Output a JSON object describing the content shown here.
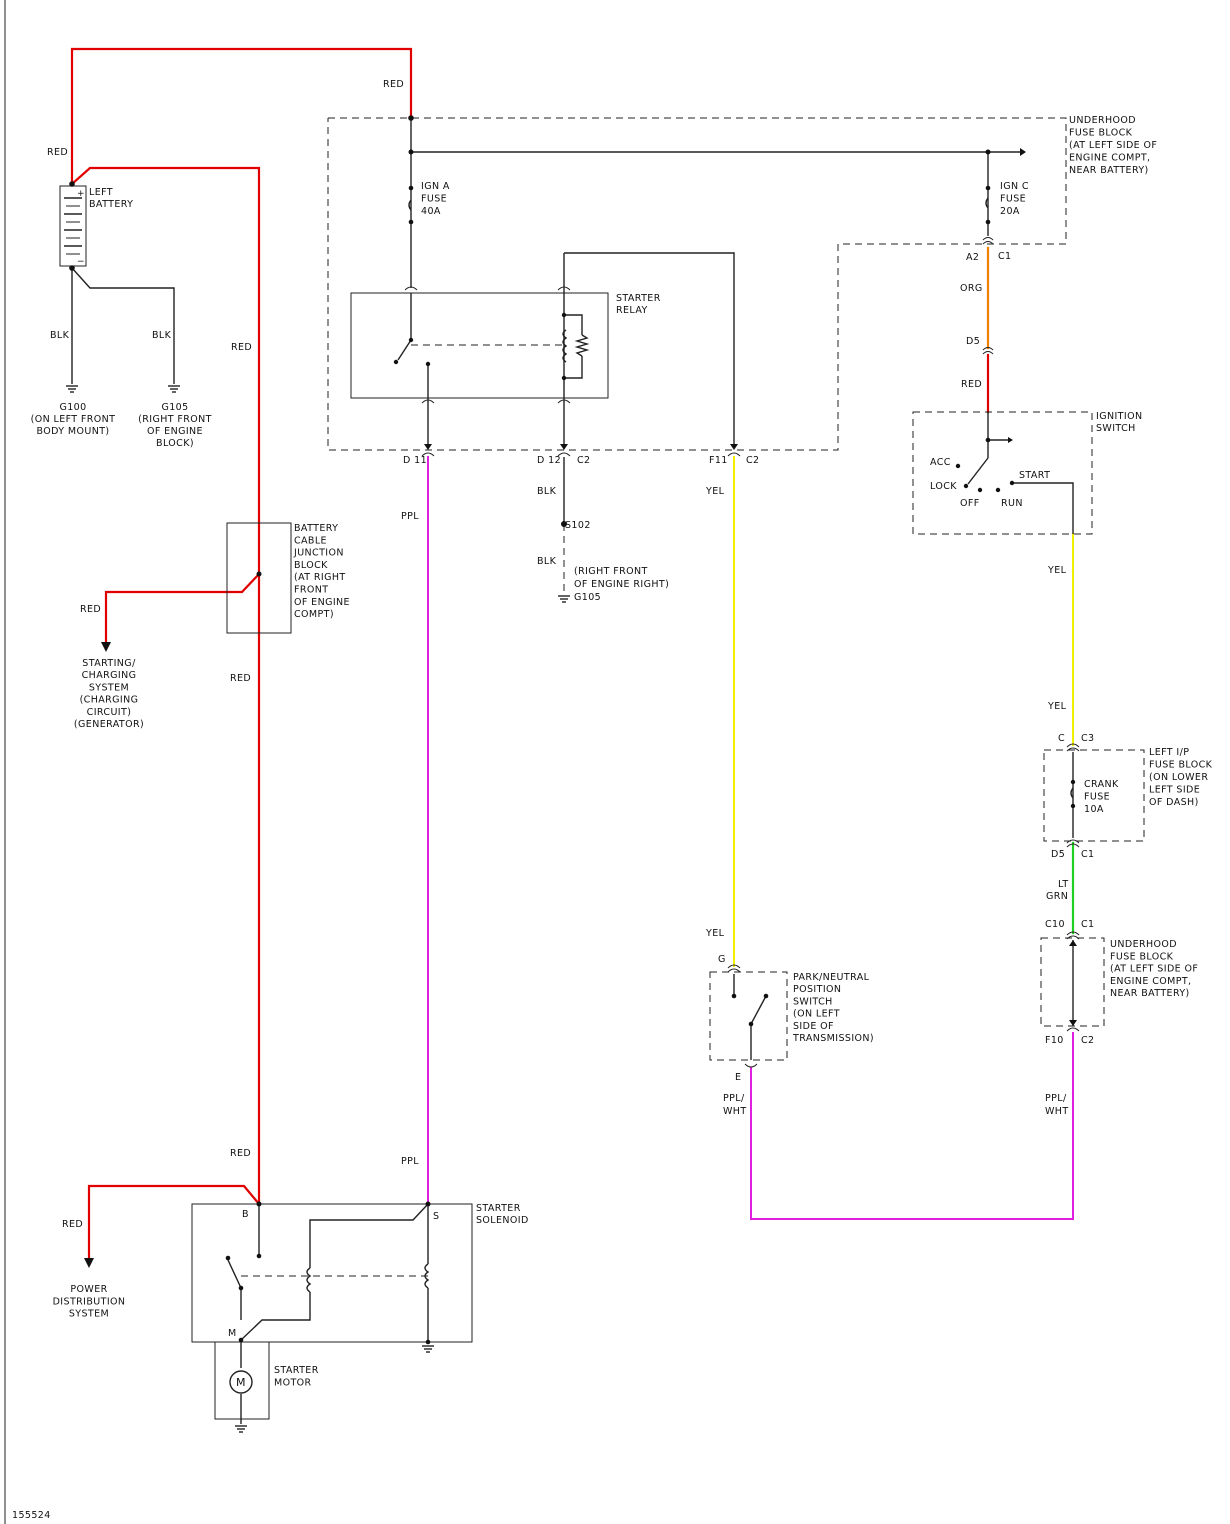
{
  "colors": {
    "red": "#e00000",
    "ppl": "#e020e0",
    "yel": "#f0f000",
    "org": "#f08000",
    "ltgrn": "#20d020",
    "blk": "#222222"
  },
  "wire_labels": {
    "red_top": "RED",
    "red_left": "RED",
    "blk_a": "BLK",
    "blk_b": "BLK",
    "red_mid": "RED",
    "red_junction": "RED",
    "red_lower": "RED",
    "red_solenoid": "RED",
    "red_pds": "RED",
    "ppl_top": "PPL",
    "ppl_bottom": "PPL",
    "blk_s102a": "BLK",
    "blk_s102b": "BLK",
    "yel_f11": "YEL",
    "yel_g": "YEL",
    "org": "ORG",
    "red_ign": "RED",
    "yel_ign": "YEL",
    "yel_c": "YEL",
    "ltgrn_1": "LT",
    "ltgrn_2": "GRN",
    "pplwht_e1": "PPL/",
    "pplwht_e2": "WHT",
    "pplwht_f1": "PPL/",
    "pplwht_f2": "WHT"
  },
  "components": {
    "battery": [
      "LEFT",
      "BATTERY"
    ],
    "g100": [
      "G100",
      "(ON LEFT FRONT",
      "BODY MOUNT)"
    ],
    "g105_left": [
      "G105",
      "(RIGHT FRONT",
      "OF ENGINE",
      "BLOCK)"
    ],
    "underhood_top": [
      "UNDERHOOD",
      "FUSE BLOCK",
      "(AT LEFT SIDE OF",
      "ENGINE COMPT,",
      "NEAR BATTERY)"
    ],
    "ign_a": [
      "IGN A",
      "FUSE",
      "40A"
    ],
    "ign_c": [
      "IGN C",
      "FUSE",
      "20A"
    ],
    "starter_relay": [
      "STARTER",
      "RELAY"
    ],
    "junction_block": [
      "BATTERY",
      "CABLE",
      "JUNCTION",
      "BLOCK",
      "(AT RIGHT",
      "FRONT",
      "OF ENGINE",
      "COMPT)"
    ],
    "starting_charging": [
      "STARTING/",
      "CHARGING",
      "SYSTEM",
      "(CHARGING",
      "CIRCUIT)",
      "(GENERATOR)"
    ],
    "s102": "S102",
    "g105_right": [
      "(RIGHT FRONT",
      "OF ENGINE RIGHT)",
      "G105"
    ],
    "ignition_switch": [
      "IGNITION",
      "SWITCH"
    ],
    "ign_positions": {
      "acc": "ACC",
      "lock": "LOCK",
      "off": "OFF",
      "run": "RUN",
      "start": "START"
    },
    "left_ip": [
      "LEFT I/P",
      "FUSE BLOCK",
      "(ON LOWER",
      "LEFT SIDE",
      "OF DASH)"
    ],
    "crank_fuse": [
      "CRANK",
      "FUSE",
      "10A"
    ],
    "underhood_lower": [
      "UNDERHOOD",
      "FUSE BLOCK",
      "(AT LEFT SIDE OF",
      "ENGINE COMPT,",
      "NEAR BATTERY)"
    ],
    "pnp_switch": [
      "PARK/NEUTRAL",
      "POSITION",
      "SWITCH",
      "(ON LEFT",
      "SIDE OF",
      "TRANSMISSION)"
    ],
    "starter_solenoid": [
      "STARTER",
      "SOLENOID"
    ],
    "starter_motor": [
      "STARTER",
      "MOTOR"
    ],
    "motor_symbol": "M",
    "power_distribution": [
      "POWER",
      "DISTRIBUTION",
      "SYSTEM"
    ]
  },
  "connectors": {
    "d11": "D 11",
    "d12": "D 12",
    "c2_d12": "C2",
    "f11": "F11",
    "c2_f11": "C2",
    "a2": "A2",
    "c1_a2": "C1",
    "d5_top": "D5",
    "c_lip": "C",
    "c3_lip": "C3",
    "d5_lip": "D5",
    "c1_lip": "C1",
    "c10": "C10",
    "c1_uh": "C1",
    "f10": "F10",
    "c2_uh": "C2",
    "g_pnp": "G",
    "e_pnp": "E",
    "b_sol": "B",
    "s_sol": "S",
    "m_sol": "M"
  },
  "figure_id": "155524"
}
